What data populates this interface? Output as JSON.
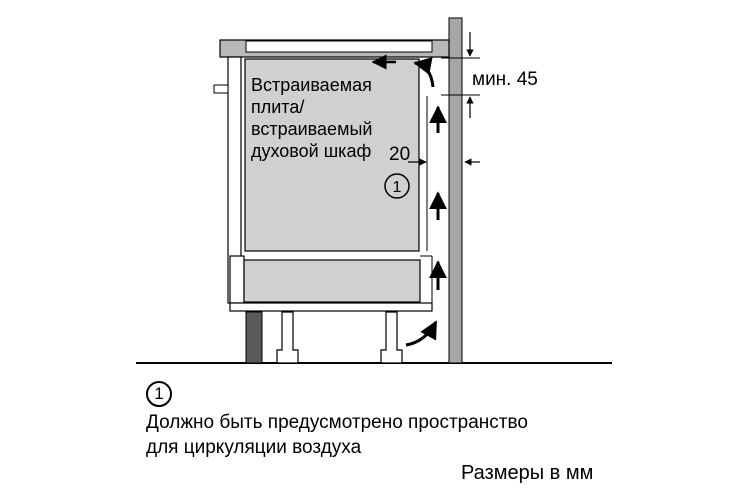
{
  "diagram": {
    "appliance_label_lines": [
      "Встраиваемая",
      "плита/",
      "встраиваемый",
      "духовой шкаф"
    ],
    "gap_top_label": "мин. 45",
    "gap_side_label": "20",
    "marker_number": "1"
  },
  "legend": {
    "marker": "1",
    "text_lines": [
      "Должно быть предусмотрено пространство",
      "для циркуляции воздуха"
    ]
  },
  "units_note": "Размеры в мм",
  "colors": {
    "appliance_fill": "#d0d0d0",
    "wall_fill": "#a6a6a6",
    "plinth_fill": "#5a5a5a",
    "cooktop_fill": "#b8b8b8",
    "line": "#000000"
  }
}
